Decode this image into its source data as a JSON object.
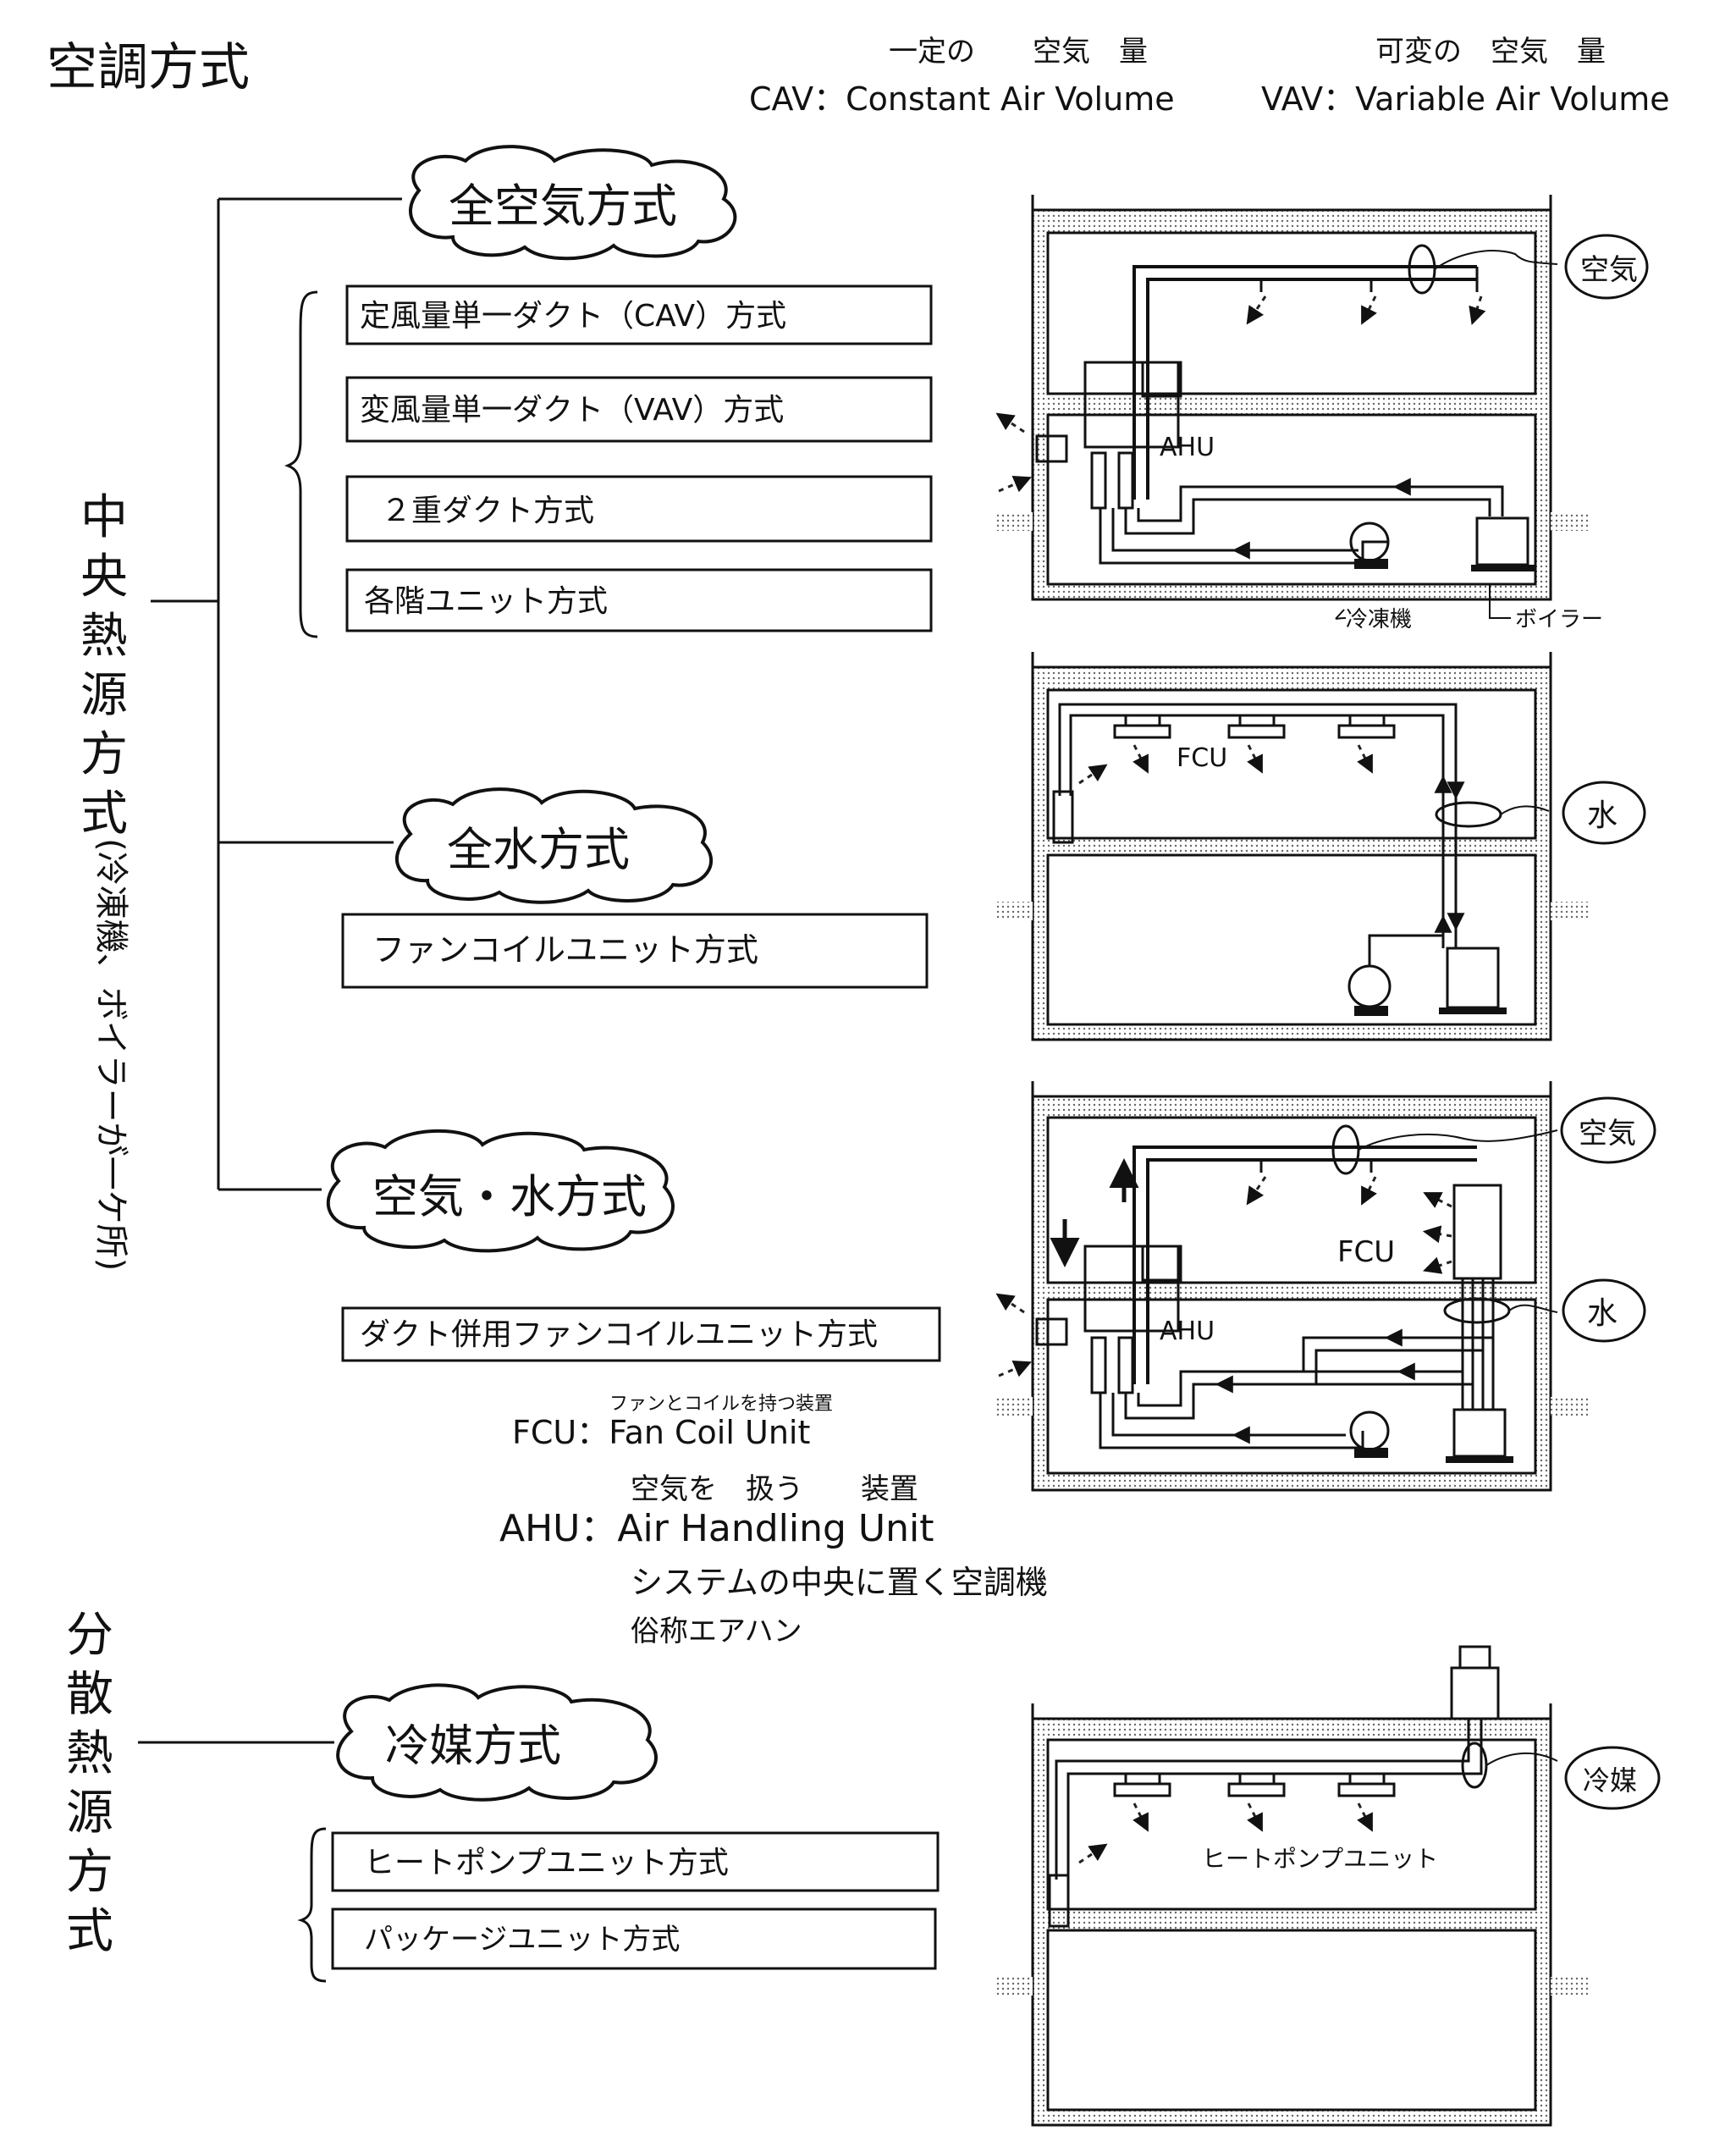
{
  "title": "空調方式",
  "cav": {
    "note": "一定の　　空気　量",
    "term": "CAV：Constant Air Volume"
  },
  "vav": {
    "note": "可変の　空気　量",
    "term": "VAV：Variable Air Volume"
  },
  "central": {
    "label_chars": [
      "中",
      "央",
      "熱",
      "源",
      "方",
      "式"
    ],
    "paren": "(冷凍機、ボイラーが一ケ所)",
    "groups": [
      {
        "name": "全空気方式",
        "items": [
          "定風量単一ダクト（CAV）方式",
          "変風量単一ダクト（VAV）方式",
          "２重ダクト方式",
          "各階ユニット方式"
        ]
      },
      {
        "name": "全水方式",
        "items": [
          "ファンコイルユニット方式"
        ]
      },
      {
        "name": "空気・水方式",
        "items": [
          "ダクト併用ファンコイルユニット方式"
        ]
      }
    ]
  },
  "distributed": {
    "label_chars": [
      "分",
      "散",
      "熱",
      "源",
      "方",
      "式"
    ],
    "groups": [
      {
        "name": "冷媒方式",
        "items": [
          "ヒートポンプユニット方式",
          "パッケージユニット方式"
        ]
      }
    ]
  },
  "fcu_def": {
    "note": "ファンとコイルを持つ装置",
    "term": "FCU：Fan Coil Unit"
  },
  "ahu_def": {
    "note": "空気を　扱う　　装置",
    "term": "AHU：Air Handling Unit",
    "desc1": "システムの中央に置く空調機",
    "desc2": "俗称エアハン"
  },
  "diagrams": {
    "d1": {
      "medium": "空気",
      "ahu": "AHU",
      "chiller": "冷凍機",
      "boiler": "ボイラー"
    },
    "d2": {
      "medium": "水",
      "fcu": "FCU"
    },
    "d3": {
      "medium_air": "空気",
      "medium_water": "水",
      "fcu": "FCU",
      "ahu": "AHU"
    },
    "d4": {
      "medium": "冷媒",
      "unit": "ヒートポンプユニット"
    }
  }
}
